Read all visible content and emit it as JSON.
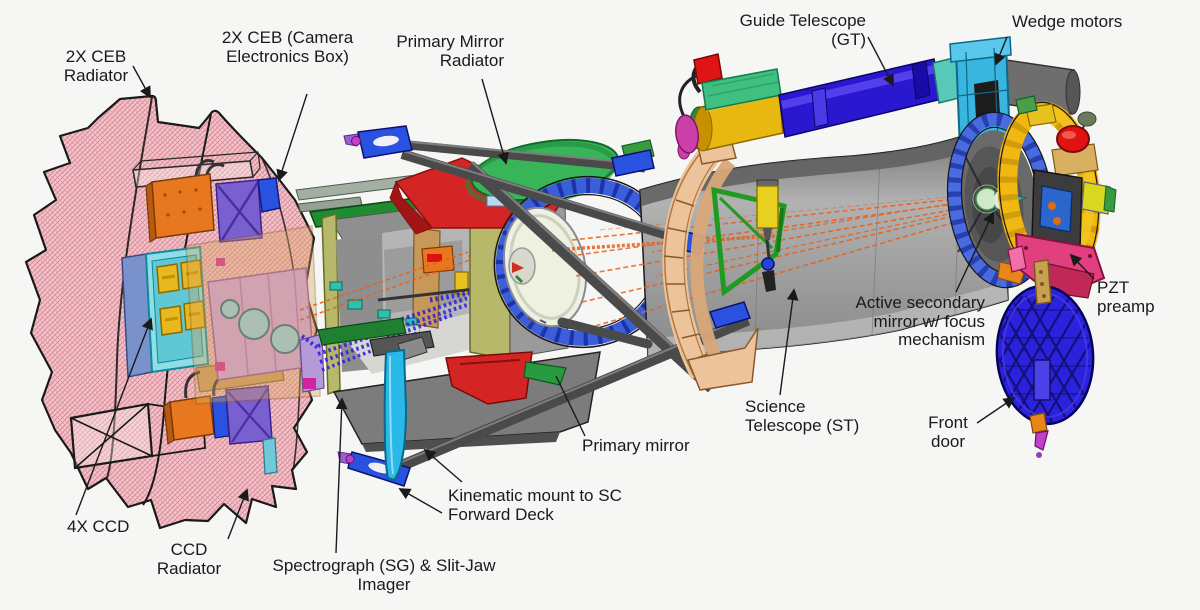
{
  "palette": {
    "background": "#f6f6f4",
    "label_color": "#1a1a1a",
    "radiator_pink": "#f4c6cc",
    "radiator_hatch": "#d98b98",
    "ceb_orange": "#e87820",
    "ceb_purple": "#7a5fd0",
    "ccd_cyan": "#8fdde6",
    "ccd_yellow": "#e8b820",
    "camera_violet": "#cd9fe0",
    "cover_tan": "#d9a860",
    "spectrograph_olive": "#b8b86a",
    "pm_radiator_green": "#38b558",
    "pm_radiator_red": "#d42525",
    "mirror_cell_blue": "#3a5fd9",
    "mirror_white": "#eef0e0",
    "tube_gray": "#9a9a9a",
    "ray_orange": "#e8601a",
    "ray_blue": "#2a1ae0",
    "clamp_tan": "#ecc39a",
    "bracket_green": "#1f9c1f",
    "gt_blue": "#2a18d0",
    "gt_mount_yellow": "#e8b810",
    "wedge_cyan": "#38b6e0",
    "front_ring_yellow": "#f0b810",
    "knob_red": "#e01212",
    "pzt_pink": "#e23f80",
    "door_blue": "#2a22dd",
    "kinematic_cyan": "#2ab8e8",
    "strut_gray": "#4a4a4a"
  },
  "labels": {
    "ceb_radiator": "2X CEB\nRadiator",
    "ceb_box": "2X CEB (Camera\nElectronics Box)",
    "primary_mirror_radiator": "Primary Mirror\nRadiator",
    "guide_telescope": "Guide Telescope\n(GT)",
    "wedge_motors": "Wedge motors",
    "pzt_preamp": "PZT\npreamp",
    "active_secondary": "Active secondary\nmirror w/ focus\nmechanism",
    "science_telescope": "Science\nTelescope (ST)",
    "front_door": "Front\ndoor",
    "primary_mirror": "Primary mirror",
    "kinematic_mount": "Kinematic mount to SC\nForward Deck",
    "spectrograph": "Spectrograph (SG) & Slit-Jaw\nImager",
    "ccd_radiator": "CCD\nRadiator",
    "ccd_4x": "4X CCD"
  }
}
